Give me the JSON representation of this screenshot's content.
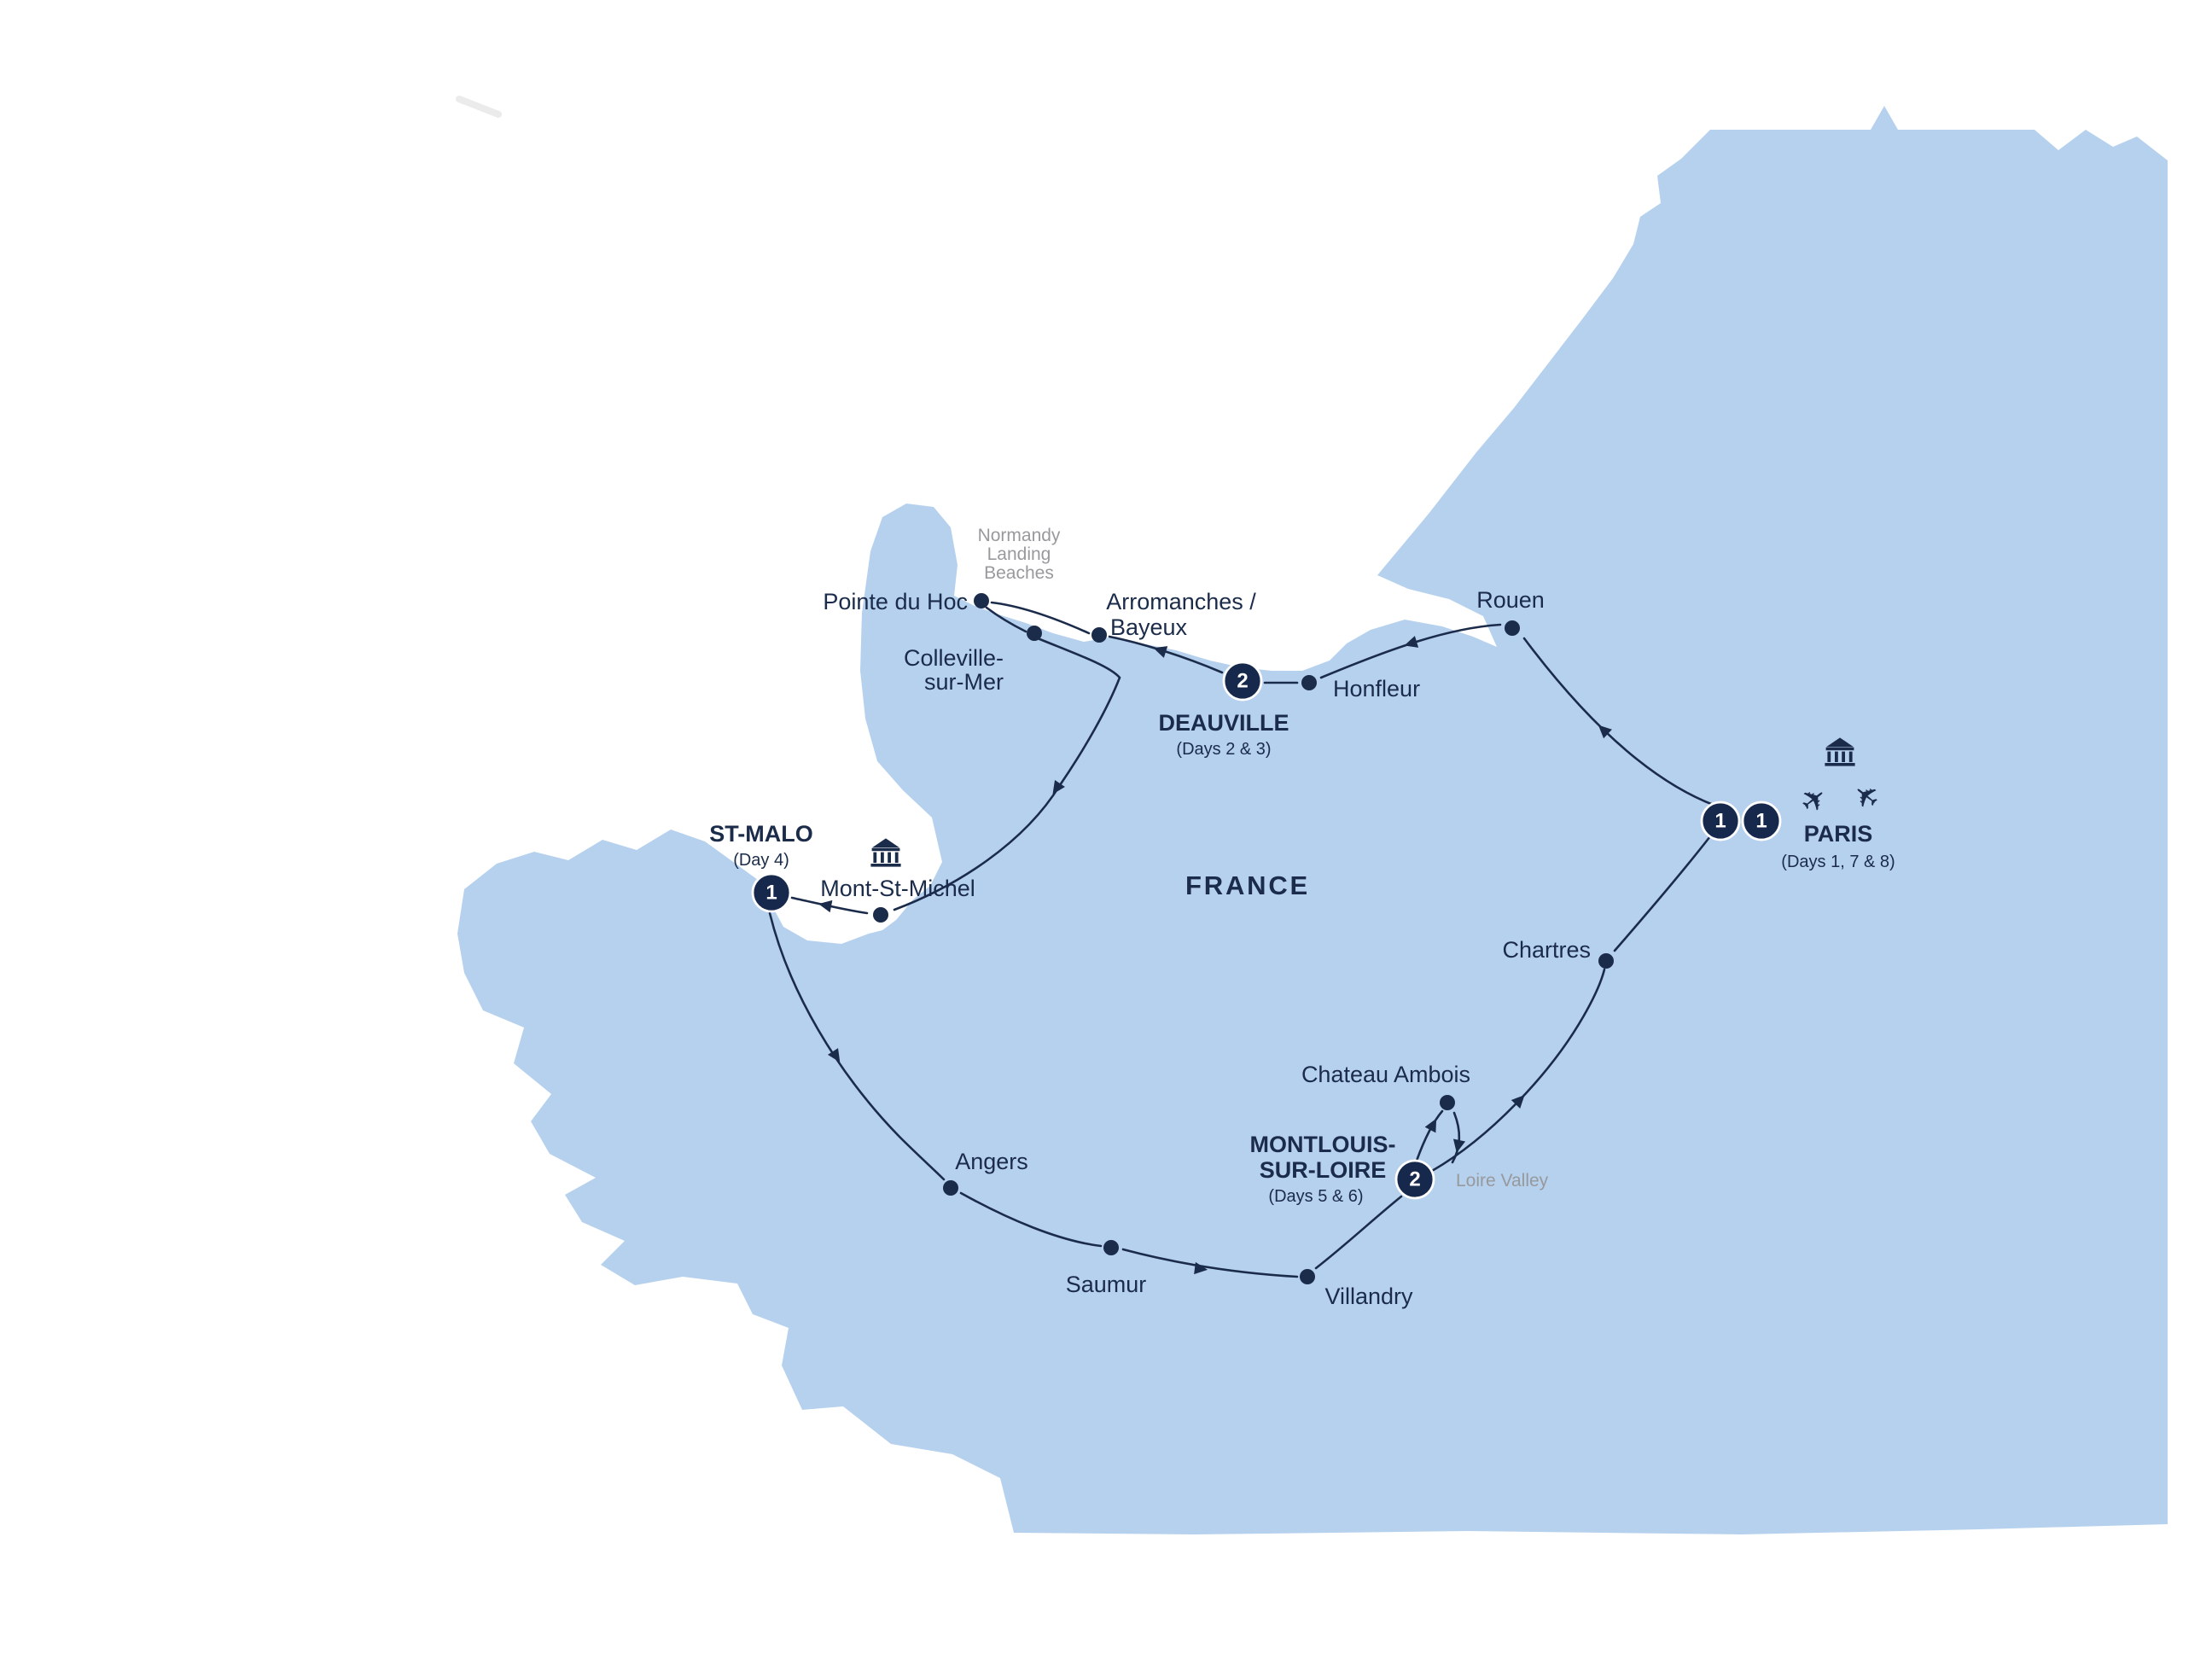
{
  "map": {
    "country_label": "FRANCE",
    "colors": {
      "land": "#b6d1ee",
      "sea": "#ffffff",
      "ink": "#1b2b4a",
      "muted": "#97999c"
    }
  },
  "icons": {
    "plane_glyph": "✈"
  },
  "stops": {
    "paris": {
      "name": "PARIS",
      "days": "(Days 1, 7 & 8)",
      "night_badges": [
        "1",
        "1"
      ]
    },
    "rouen": {
      "name": "Rouen"
    },
    "honfleur": {
      "name": "Honfleur"
    },
    "deauville": {
      "name": "DEAUVILLE",
      "days": "(Days 2 & 3)",
      "night_badge": "2"
    },
    "arromanches_bayeux": {
      "line1": "Arromanches /",
      "line2": "Bayeux"
    },
    "pointe_du_hoc": {
      "name": "Pointe du Hoc"
    },
    "colleville_sur_mer": {
      "line1": "Colleville-",
      "line2": "sur-Mer"
    },
    "st_malo": {
      "name": "ST-MALO",
      "days": "(Day 4)",
      "night_badge": "1"
    },
    "mont_st_michel": {
      "name": "Mont-St-Michel"
    },
    "angers": {
      "name": "Angers"
    },
    "saumur": {
      "name": "Saumur"
    },
    "villandry": {
      "name": "Villandry"
    },
    "montlouis_sur_loire": {
      "line1": "MONTLOUIS-",
      "line2": "SUR-LOIRE",
      "days": "(Days 5 & 6)",
      "night_badge": "2"
    },
    "chateau_ambois": {
      "name": "Chateau Ambois"
    },
    "chartres": {
      "name": "Chartres"
    }
  },
  "annotations": {
    "normandy_beaches": {
      "line1": "Normandy",
      "line2": "Landing",
      "line3": "Beaches"
    },
    "loire_valley": "Loire Valley"
  }
}
